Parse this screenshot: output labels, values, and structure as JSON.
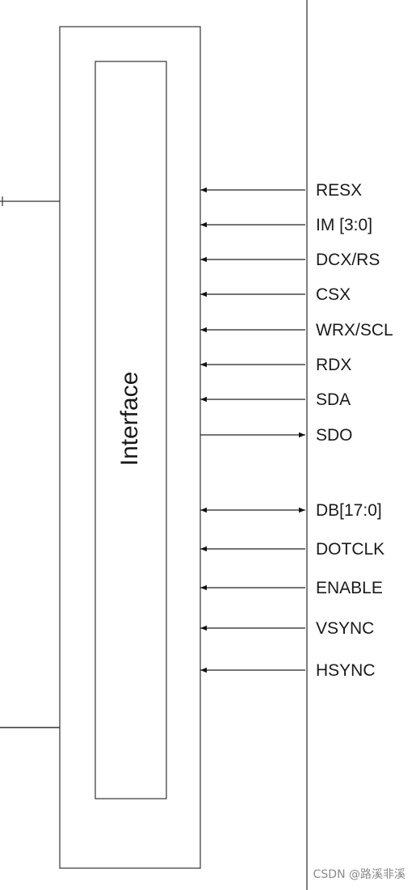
{
  "diagram": {
    "block_label": "Interface",
    "signals": [
      {
        "name": "RESX",
        "direction": "in"
      },
      {
        "name": "IM [3:0]",
        "direction": "in"
      },
      {
        "name": "DCX/RS",
        "direction": "in"
      },
      {
        "name": "CSX",
        "direction": "in"
      },
      {
        "name": "WRX/SCL",
        "direction": "in"
      },
      {
        "name": "RDX",
        "direction": "in"
      },
      {
        "name": "SDA",
        "direction": "in"
      },
      {
        "name": "SDO",
        "direction": "out"
      },
      {
        "name": "DB[17:0]",
        "direction": "bidirectional"
      },
      {
        "name": "DOTCLK",
        "direction": "in"
      },
      {
        "name": "ENABLE",
        "direction": "in"
      },
      {
        "name": "VSYNC",
        "direction": "in"
      },
      {
        "name": "HSYNC",
        "direction": "in"
      }
    ]
  },
  "watermark": "CSDN @路溪非溪"
}
